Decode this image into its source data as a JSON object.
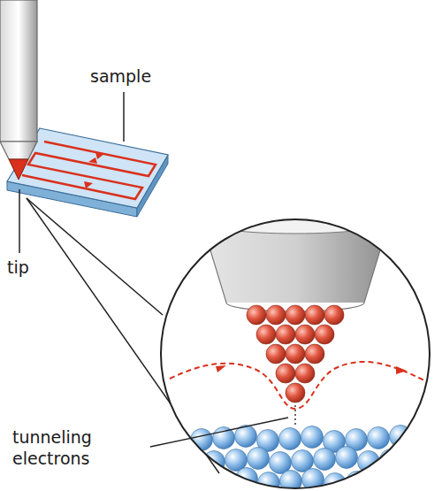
{
  "diagram": {
    "labels": [
      "sample",
      "tip",
      "tunneling electrons"
    ]
  }
}
